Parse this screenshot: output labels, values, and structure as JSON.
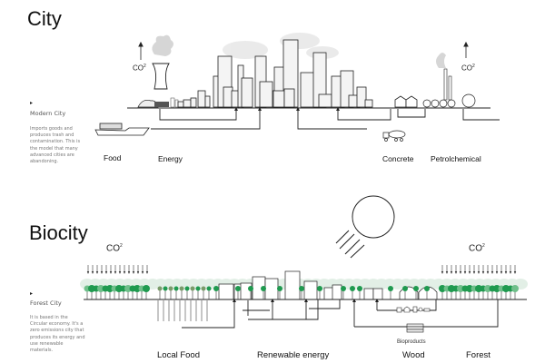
{
  "city": {
    "title": "City",
    "marker": "▸",
    "subtitle": "Modern City",
    "description": "Imports goods and produces trash and contamination. This is the model that many advanced cities are abandoning.",
    "co2_left": "CO",
    "co2_right": "CO",
    "co2_sup": "2",
    "labels": {
      "food": "Food",
      "energy": "Energy",
      "concrete": "Concrete",
      "petrochemical": "Petrolchemical"
    }
  },
  "biocity": {
    "title": "Biocity",
    "marker": "▸",
    "subtitle": "Forest City",
    "description": "It is based in the Circular economy. It's a zero emissions city that produces its energy and use renewable materials.",
    "co2_left": "CO",
    "co2_right": "CO",
    "co2_sup": "2",
    "labels": {
      "local_food": "Local Food",
      "renewable_energy": "Renewable energy",
      "bioproducts": "Bioproducts",
      "wood": "Wood",
      "forest": "Forest"
    }
  },
  "colors": {
    "line": "#222222",
    "tree_dark": "#1f9a4f",
    "tree_light": "#cfe3d6",
    "building_fill": "#f4f4f4",
    "smoke": "#d9d9d9"
  }
}
